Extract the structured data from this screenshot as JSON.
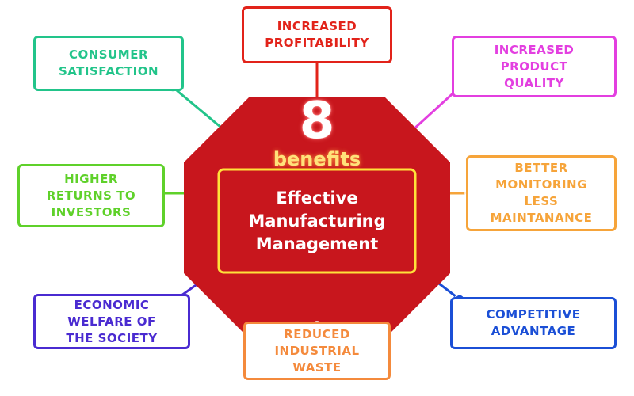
{
  "center": {
    "number": "8",
    "word": "benefits",
    "title": "Effective\nManufacturing\nManagement",
    "octagon_color": "#c8161d",
    "frame_color": "#ffe23a"
  },
  "benefits": [
    {
      "id": "increased-profitability",
      "label": "INCREASED\nPROFITABILITY",
      "color": "#e2231a"
    },
    {
      "id": "increased-product-quality",
      "label": "INCREASED\nPRODUCT\nQUALITY",
      "color": "#e33fe0"
    },
    {
      "id": "better-monitoring",
      "label": "BETTER\nMONITORING\nLESS\nMAINTANANCE",
      "color": "#f6a43a"
    },
    {
      "id": "competitive-advantage",
      "label": "COMPETITIVE\nADVANTAGE",
      "color": "#1b4fd6"
    },
    {
      "id": "reduced-industrial-waste",
      "label": "REDUCED\nINDUSTRIAL\nWASTE",
      "color": "#f48a3c"
    },
    {
      "id": "economic-welfare",
      "label": "ECONOMIC\nWELFARE OF\nTHE SOCIETY",
      "color": "#4a2bd1"
    },
    {
      "id": "higher-returns",
      "label": "HIGHER\nRETURNS TO\nINVESTORS",
      "color": "#5fd12a"
    },
    {
      "id": "consumer-satisfaction",
      "label": "CONSUMER\nSATISFACTION",
      "color": "#22c48a"
    }
  ]
}
